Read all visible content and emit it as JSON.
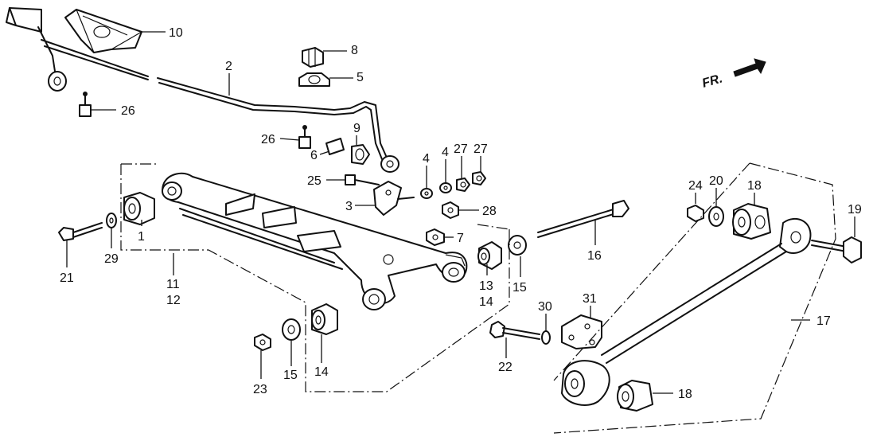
{
  "diagram": {
    "title": "Rear suspension / trailing arm parts diagram",
    "direction_label": "FR.",
    "callouts": [
      {
        "id": "c10",
        "text": "10"
      },
      {
        "id": "c8",
        "text": "8"
      },
      {
        "id": "c5",
        "text": "5"
      },
      {
        "id": "c2",
        "text": "2"
      },
      {
        "id": "c26a",
        "text": "26"
      },
      {
        "id": "c26b",
        "text": "26"
      },
      {
        "id": "c9",
        "text": "9"
      },
      {
        "id": "c6",
        "text": "6"
      },
      {
        "id": "c4a",
        "text": "4"
      },
      {
        "id": "c4b",
        "text": "4"
      },
      {
        "id": "c27a",
        "text": "27"
      },
      {
        "id": "c27b",
        "text": "27"
      },
      {
        "id": "c25",
        "text": "25"
      },
      {
        "id": "c3",
        "text": "3"
      },
      {
        "id": "c28",
        "text": "28"
      },
      {
        "id": "c7",
        "text": "7"
      },
      {
        "id": "c1",
        "text": "1"
      },
      {
        "id": "c21",
        "text": "21"
      },
      {
        "id": "c29",
        "text": "29"
      },
      {
        "id": "c11",
        "text": "11"
      },
      {
        "id": "c12",
        "text": "12"
      },
      {
        "id": "c13",
        "text": "13"
      },
      {
        "id": "c14a",
        "text": "14"
      },
      {
        "id": "c15a",
        "text": "15"
      },
      {
        "id": "c16",
        "text": "16"
      },
      {
        "id": "c24",
        "text": "24"
      },
      {
        "id": "c20",
        "text": "20"
      },
      {
        "id": "c18a",
        "text": "18"
      },
      {
        "id": "c19",
        "text": "19"
      },
      {
        "id": "c17",
        "text": "17"
      },
      {
        "id": "c30",
        "text": "30"
      },
      {
        "id": "c31",
        "text": "31"
      },
      {
        "id": "c22",
        "text": "22"
      },
      {
        "id": "c23",
        "text": "23"
      },
      {
        "id": "c15b",
        "text": "15"
      },
      {
        "id": "c14b",
        "text": "14"
      },
      {
        "id": "c18b",
        "text": "18"
      }
    ]
  }
}
